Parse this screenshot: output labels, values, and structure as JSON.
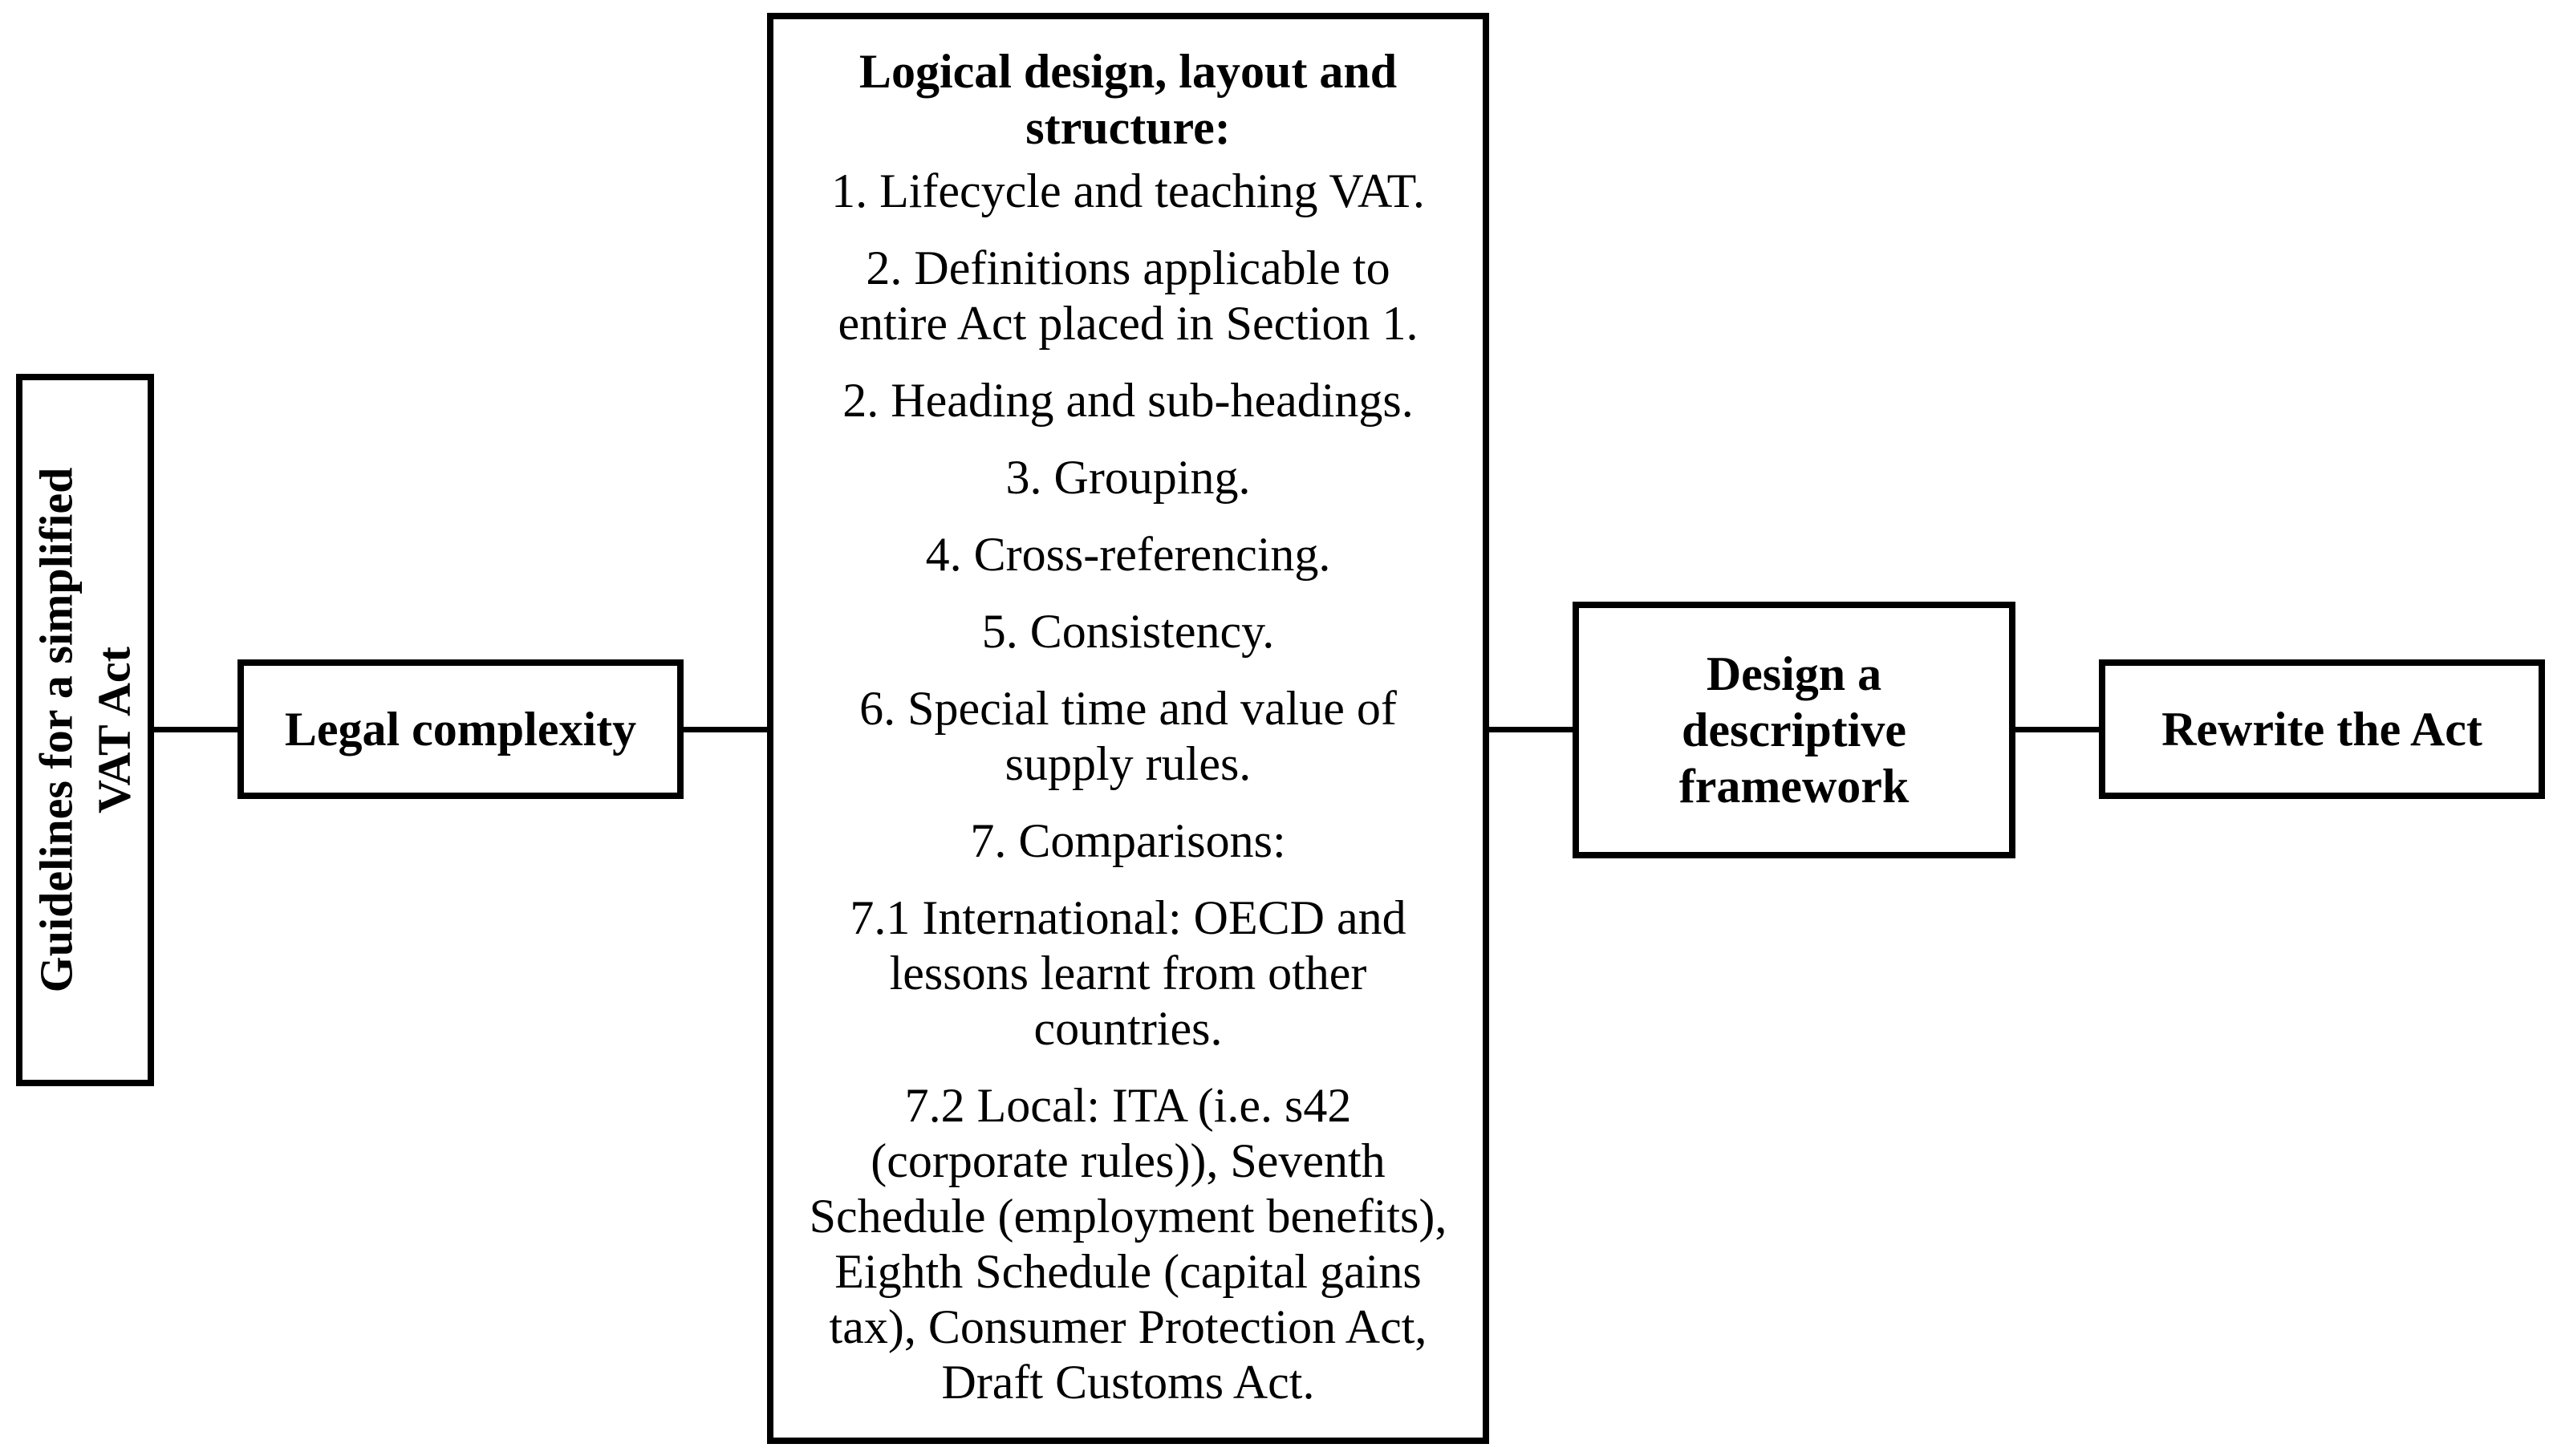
{
  "guidelines": {
    "line1": "Guidelines for a simplified",
    "line2": "VAT Act"
  },
  "legal_complexity": {
    "label": "Legal complexity"
  },
  "logical_design": {
    "heading_line1": "Logical design, layout and",
    "heading_line2": "structure:",
    "items": [
      {
        "lines": [
          "1. Lifecycle and teaching VAT."
        ]
      },
      {
        "lines": [
          "2. Definitions applicable to",
          "entire Act placed in Section 1."
        ]
      },
      {
        "lines": [
          "2. Heading and sub-headings."
        ]
      },
      {
        "lines": [
          "3. Grouping."
        ]
      },
      {
        "lines": [
          "4. Cross-referencing."
        ]
      },
      {
        "lines": [
          "5. Consistency."
        ]
      },
      {
        "lines": [
          "6. Special time and value of",
          "supply rules."
        ]
      },
      {
        "lines": [
          "7. Comparisons:"
        ]
      },
      {
        "lines": [
          "7.1 International: OECD and",
          "lessons learnt from other",
          "countries."
        ]
      },
      {
        "lines": [
          "7.2 Local: ITA (i.e. s42",
          "(corporate rules)), Seventh",
          "Schedule (employment benefits),",
          "Eighth Schedule (capital gains",
          "tax), Consumer Protection Act,",
          "Draft Customs Act."
        ]
      }
    ]
  },
  "design_framework": {
    "line1": "Design a",
    "line2": "descriptive",
    "line3": "framework"
  },
  "rewrite": {
    "label": "Rewrite the Act"
  }
}
